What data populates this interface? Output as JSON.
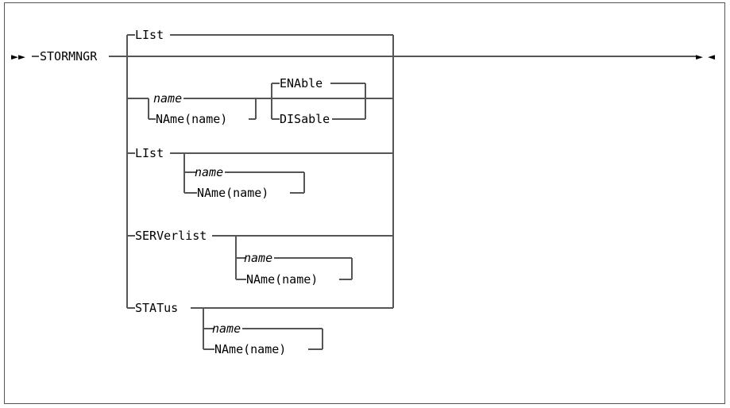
{
  "diagram": {
    "type": "railroad-syntax-diagram",
    "command": "STORMNGR",
    "start_marker": "►►",
    "end_marker": "►◄",
    "line_color": "#555555",
    "text_color": "#000000",
    "background": "#ffffff",
    "border_color": "#555555",
    "branches": [
      {
        "id": "branch-list-default",
        "label": "LIst",
        "is_default": true,
        "row": 1
      },
      {
        "id": "branch-name",
        "row": 2,
        "choices": [
          {
            "id": "choice-name",
            "label": "name",
            "italic": true,
            "is_default": true
          },
          {
            "id": "choice-name-paren",
            "label": "NAme(name)",
            "italic_part": "name"
          }
        ],
        "modifiers": [
          {
            "id": "modifier-enable",
            "label": "ENAble",
            "is_default": true
          },
          {
            "id": "modifier-disable",
            "label": "DISable"
          }
        ]
      },
      {
        "id": "branch-list",
        "label": "LIst",
        "row": 3,
        "choices": [
          {
            "id": "choice-name",
            "label": "name",
            "italic": true
          },
          {
            "id": "choice-name-paren",
            "label": "NAme(name)",
            "italic_part": "name"
          }
        ]
      },
      {
        "id": "branch-serverlist",
        "label": "SERVerlist",
        "row": 4,
        "choices": [
          {
            "id": "choice-name",
            "label": "name",
            "italic": true
          },
          {
            "id": "choice-name-paren",
            "label": "NAme(name)",
            "italic_part": "name"
          }
        ]
      },
      {
        "id": "branch-status",
        "label": "STATus",
        "row": 5,
        "choices": [
          {
            "id": "choice-name",
            "label": "name",
            "italic": true
          },
          {
            "id": "choice-name-paren",
            "label": "NAme(name)",
            "italic_part": "name"
          }
        ]
      }
    ]
  },
  "labels": {
    "command": "STORMNGR",
    "list_default": "LIst",
    "name_1": "name",
    "name_paren_open_1": "NAme(",
    "name_inner_1": "name",
    "name_paren_close_1": ")",
    "enable": "ENAble",
    "disable": "DISable",
    "list_2": "LIst",
    "name_2": "name",
    "name_paren_open_2": "NAme(",
    "name_inner_2": "name",
    "name_paren_close_2": ")",
    "serverlist": "SERVerlist",
    "name_3": "name",
    "name_paren_open_3": "NAme(",
    "name_inner_3": "name",
    "name_paren_close_3": ")",
    "status": "STATus",
    "name_4": "name",
    "name_paren_open_4": "NAme(",
    "name_inner_4": "name",
    "name_paren_close_4": ")"
  },
  "markers": {
    "start": "►►",
    "end_right": "►",
    "end_left": "◄"
  }
}
